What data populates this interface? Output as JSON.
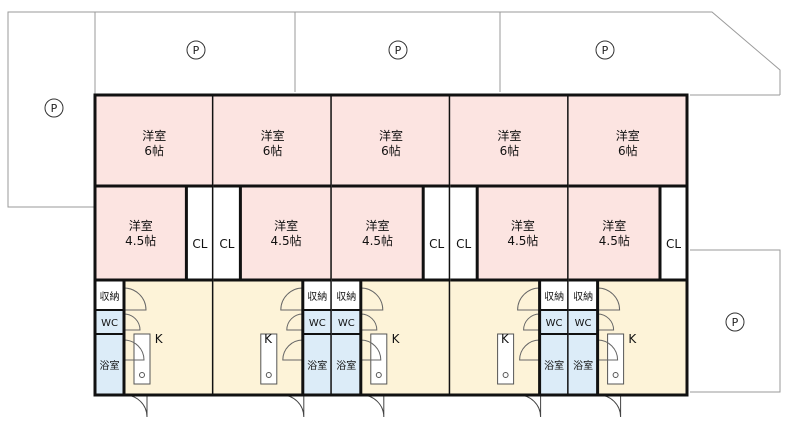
{
  "colors": {
    "room_western": "#fce4e1",
    "kitchen": "#fdf3d8",
    "bath": "#dcecf8",
    "wall": "#111111",
    "lot_line": "#9a9a9a"
  },
  "parking_label": "P",
  "units": [
    {
      "room6_line1": "洋室",
      "room6_line2": "6帖",
      "room45_line1": "洋室",
      "room45_line2": "4.5帖",
      "closet": "CL",
      "storage": "収納",
      "wc": "WC",
      "bath": "浴室",
      "kitchen": "K"
    },
    {
      "room6_line1": "洋室",
      "room6_line2": "6帖",
      "room45_line1": "洋室",
      "room45_line2": "4.5帖",
      "closet": "CL",
      "storage": "収納",
      "wc": "WC",
      "bath": "浴室",
      "kitchen": "K"
    },
    {
      "room6_line1": "洋室",
      "room6_line2": "6帖",
      "room45_line1": "洋室",
      "room45_line2": "4.5帖",
      "closet": "CL",
      "storage": "収納",
      "wc": "WC",
      "bath": "浴室",
      "kitchen": "K"
    },
    {
      "room6_line1": "洋室",
      "room6_line2": "6帖",
      "room45_line1": "洋室",
      "room45_line2": "4.5帖",
      "closet": "CL",
      "storage": "収納",
      "wc": "WC",
      "bath": "浴室",
      "kitchen": "K"
    },
    {
      "room6_line1": "洋室",
      "room6_line2": "6帖",
      "room45_line1": "洋室",
      "room45_line2": "4.5帖",
      "closet": "CL",
      "storage": "収納",
      "wc": "WC",
      "bath": "浴室",
      "kitchen": "K"
    }
  ]
}
